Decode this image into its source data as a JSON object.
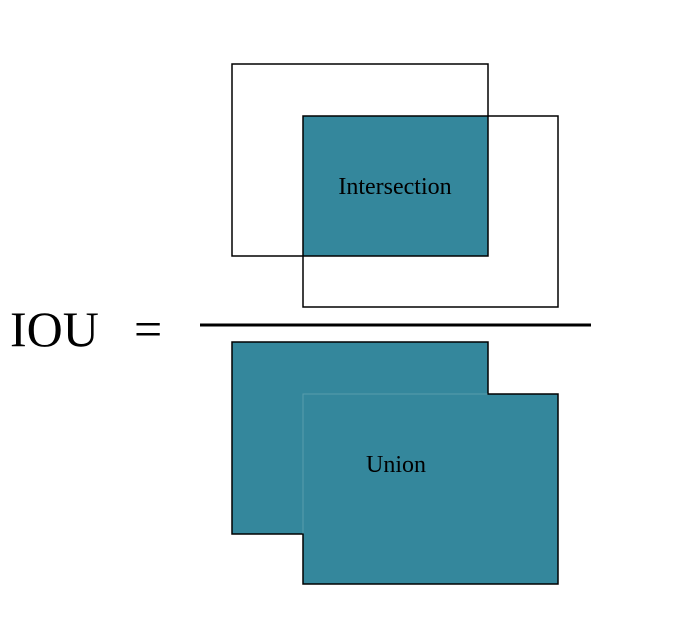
{
  "formula": {
    "lhs": "IOU",
    "equals": "="
  },
  "numerator": {
    "label": "Intersection"
  },
  "denominator": {
    "label": "Union"
  },
  "colors": {
    "fill": "#34879c",
    "stroke": "#000000",
    "background": "#ffffff"
  }
}
